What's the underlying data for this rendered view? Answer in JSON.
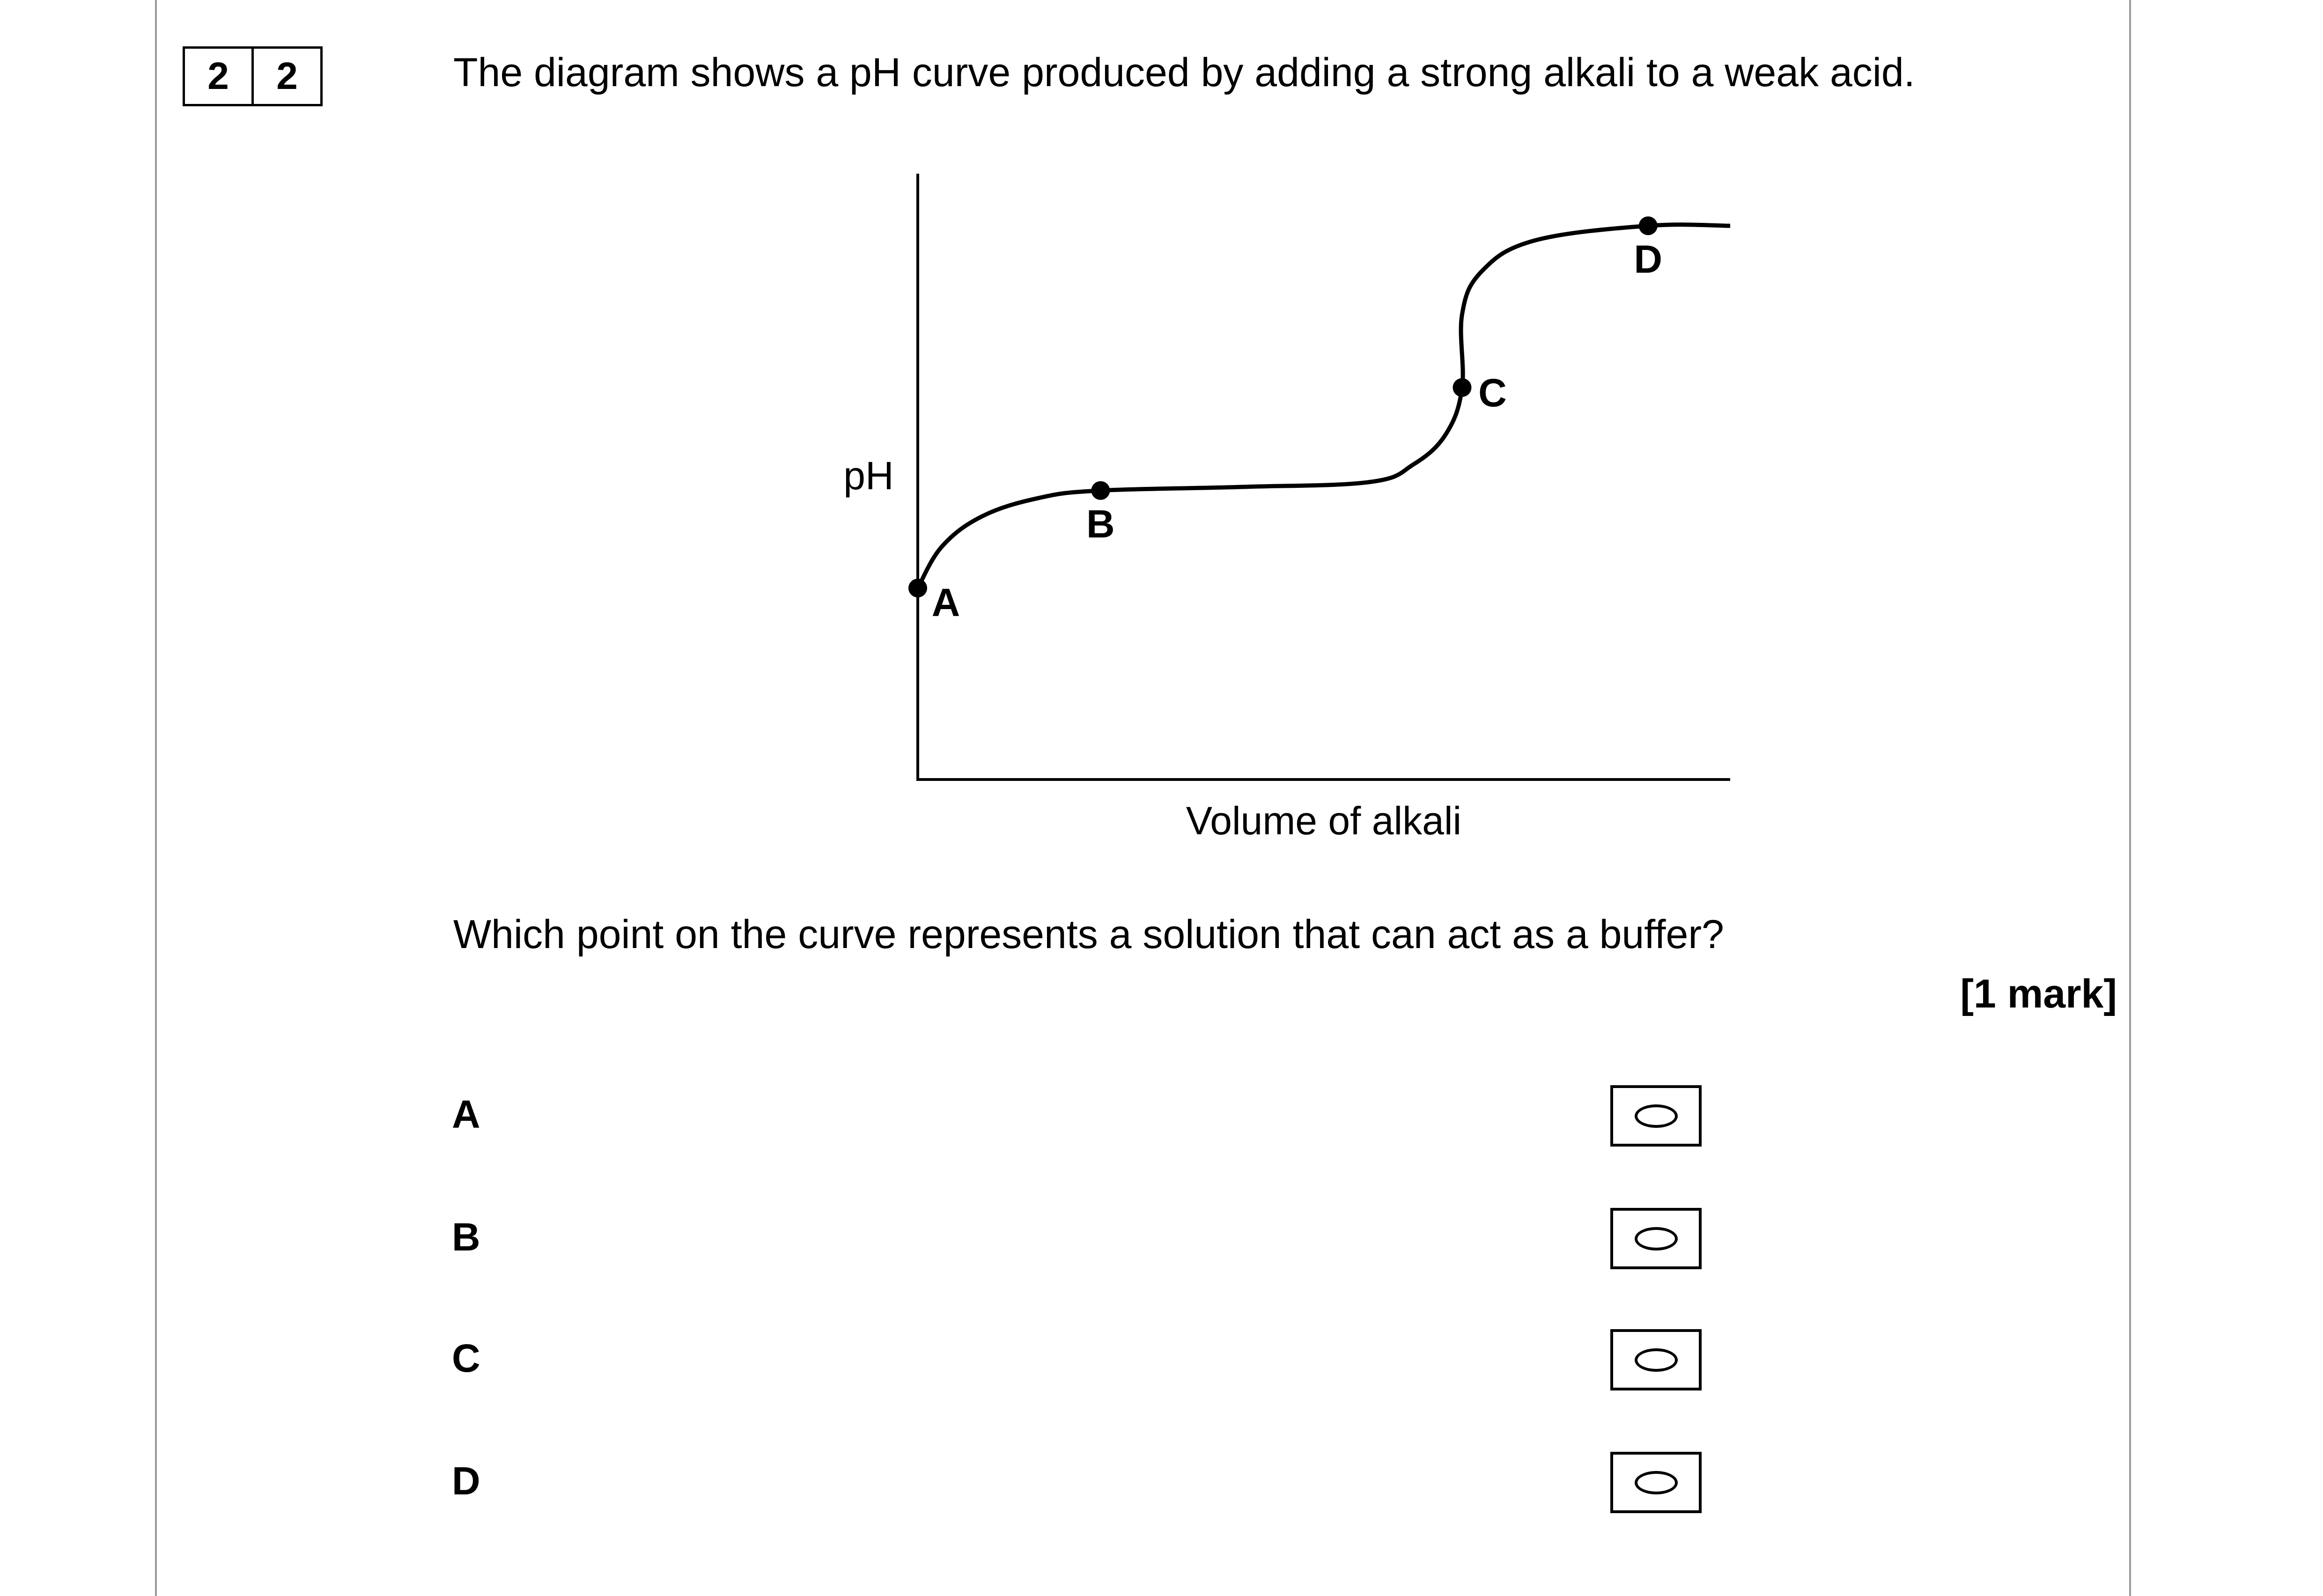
{
  "question": {
    "number_digits": [
      "2",
      "2"
    ],
    "intro": "The diagram shows a pH curve produced by adding a strong alkali to a weak acid.",
    "prompt": "Which point on the curve represents a solution that can act as a buffer?",
    "marks": "[1 mark]"
  },
  "options": [
    {
      "label": "A"
    },
    {
      "label": "B"
    },
    {
      "label": "C"
    },
    {
      "label": "D"
    }
  ],
  "chart_data": {
    "type": "line",
    "title": "",
    "xlabel": "Volume of alkali",
    "ylabel": "pH",
    "ticks": "none",
    "grid": false,
    "curve": [
      [
        0,
        3.16
      ],
      [
        0.3,
        3.85
      ],
      [
        0.8,
        4.35
      ],
      [
        1.5,
        4.65
      ],
      [
        2.25,
        4.77
      ],
      [
        4.0,
        4.83
      ],
      [
        5.56,
        4.91
      ],
      [
        6.1,
        5.2
      ],
      [
        6.5,
        5.7
      ],
      [
        6.7,
        6.47
      ],
      [
        6.7,
        7.68
      ],
      [
        6.95,
        8.4
      ],
      [
        7.6,
        8.9
      ],
      [
        8.99,
        9.14
      ],
      [
        10,
        9.14
      ]
    ],
    "points": [
      {
        "label": "A",
        "x": 0,
        "y": 3.16
      },
      {
        "label": "B",
        "x": 2.25,
        "y": 4.77
      },
      {
        "label": "C",
        "x": 6.7,
        "y": 6.47
      },
      {
        "label": "D",
        "x": 8.99,
        "y": 9.14
      }
    ]
  }
}
